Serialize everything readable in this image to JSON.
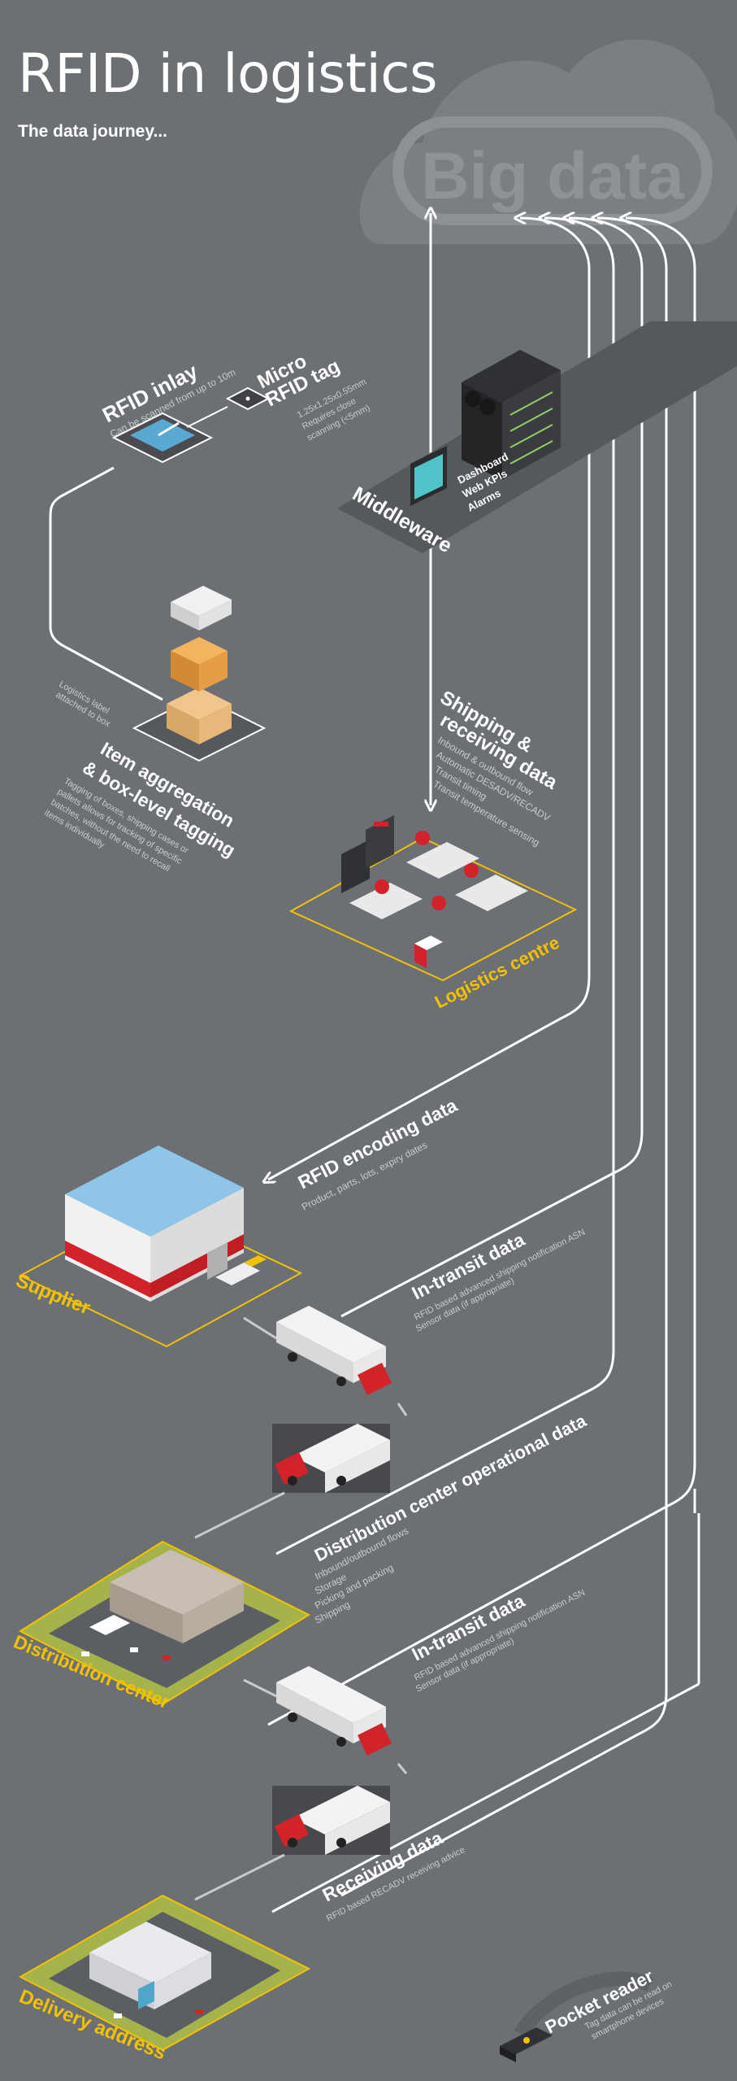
{
  "header": {
    "title": "RFID in logistics",
    "subtitle": "The data journey..."
  },
  "cloud": {
    "label": "Big data"
  },
  "rfid_inlay": {
    "title": "RFID inlay",
    "desc": "Can be scanned from up to 10m"
  },
  "micro_tag": {
    "title_line1": "Micro",
    "title_line2": "RFID tag",
    "desc_lines": [
      "1.25x1.25x0.55mm",
      "Requires close",
      "scanning (<5mm)"
    ]
  },
  "middleware": {
    "label": "Middleware",
    "items": [
      "Dashboard",
      "Web KPIs",
      "Alarms"
    ]
  },
  "item_aggregation": {
    "note_lines": [
      "Logistics label",
      "attached to box"
    ],
    "title_line1": "Item aggregation",
    "title_line2": "& box-level tagging",
    "desc_lines": [
      "Tagging of boxes, shipping cases or",
      "pallets allows for tracking of specific",
      "batches, without the need to recall",
      "items individually"
    ]
  },
  "shipping": {
    "title_line1": "Shipping &",
    "title_line2": "receiving data",
    "desc_lines": [
      "Inbound & outbound flow",
      "Automatic DESADV/RECADV",
      "Transit timing",
      "Transit temperature sensing"
    ]
  },
  "logistics_centre": {
    "label": "Logistics centre"
  },
  "encoding": {
    "title": "RFID encoding data",
    "desc": "Product, parts, lots, expiry dates"
  },
  "supplier": {
    "label": "Supplier"
  },
  "transit_1": {
    "title": "In-transit data",
    "desc_lines": [
      "RFID based advanced shipping notification ASN",
      "Sensor data (if appropriate)"
    ]
  },
  "dc_data": {
    "title": "Distribution center operational data",
    "desc_lines": [
      "Inbound/outbound flows",
      "Storage",
      "Picking and packing",
      "Shipping"
    ]
  },
  "distribution_center": {
    "label": "Distribution center"
  },
  "transit_2": {
    "title": "In-transit data",
    "desc_lines": [
      "RFID based advanced shipping notification ASN",
      "Sensor data (if appropriate)"
    ]
  },
  "receiving": {
    "title": "Receiving data",
    "desc": "RFID based RECADV receiving advice"
  },
  "delivery": {
    "label": "Delivery address"
  },
  "pocket_reader": {
    "title": "Pocket reader",
    "desc_lines": [
      "Tag data can be read on",
      "smartphone devices"
    ]
  },
  "colors": {
    "background": "#6c6f73",
    "accent": "#f2c200",
    "brand_red": "#d2232a",
    "flow_line": "#ffffff"
  }
}
